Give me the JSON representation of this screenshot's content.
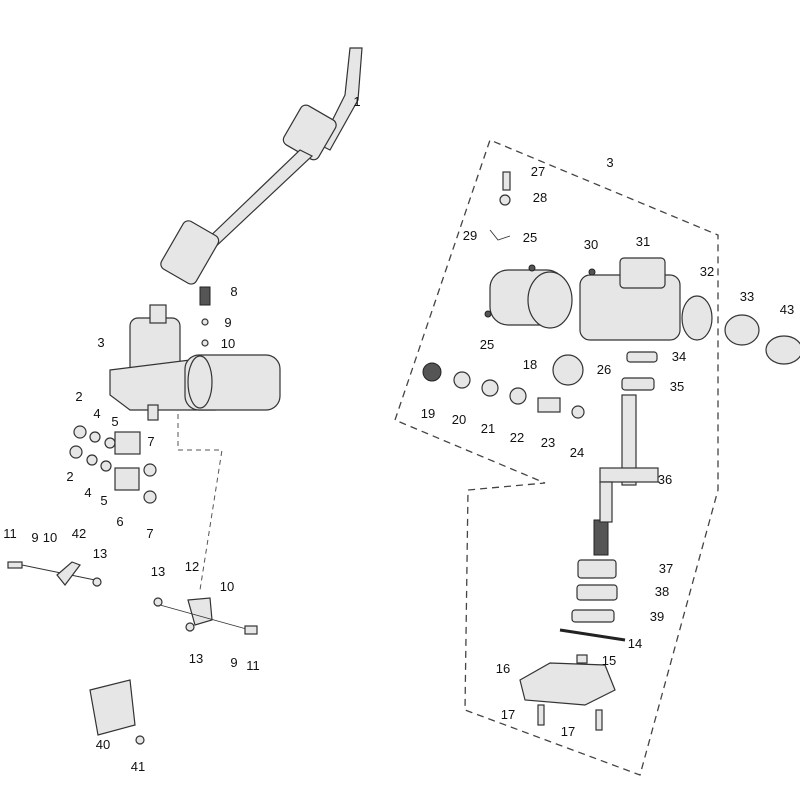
{
  "diagram": {
    "callouts": [
      "1",
      "3",
      "27",
      "28",
      "29",
      "25",
      "30",
      "31",
      "32",
      "33",
      "43",
      "25",
      "18",
      "26",
      "34",
      "35",
      "19",
      "20",
      "21",
      "22",
      "23",
      "24",
      "36",
      "37",
      "38",
      "39",
      "14",
      "15",
      "16",
      "17",
      "17",
      "8",
      "9",
      "10",
      "3",
      "2",
      "4",
      "5",
      "7",
      "2",
      "4",
      "5",
      "6",
      "7",
      "11",
      "9",
      "10",
      "42",
      "13",
      "13",
      "12",
      "10",
      "13",
      "9",
      "11",
      "40",
      "41"
    ]
  }
}
